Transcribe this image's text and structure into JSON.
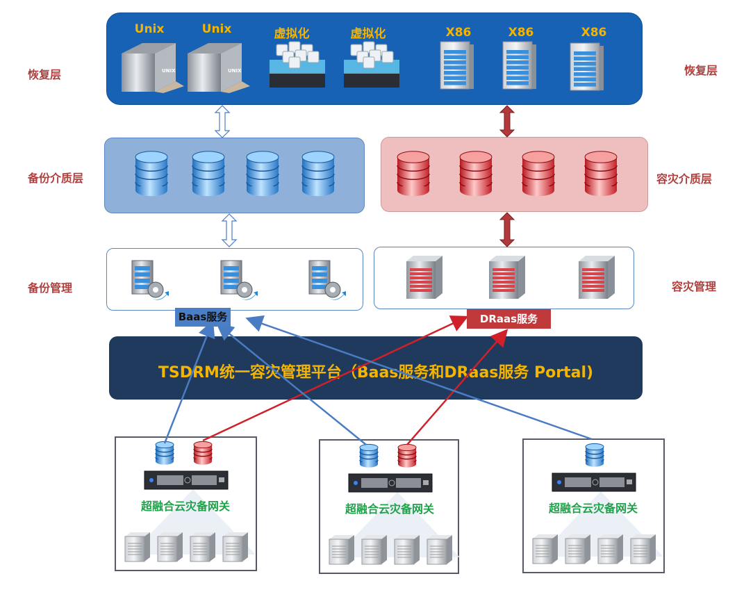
{
  "layers": {
    "recovery_left": "恢复层",
    "recovery_right": "恢复层",
    "backup_media": "备份介质层",
    "dr_media": "容灾介质层",
    "backup_mgmt": "备份管理",
    "dr_mgmt": "容灾管理"
  },
  "recovery_items": [
    {
      "label": "Unix",
      "icon": "unix-server-icon"
    },
    {
      "label": "Unix",
      "icon": "unix-server-icon"
    },
    {
      "label": "虚拟化",
      "icon": "vmware-cluster-icon"
    },
    {
      "label": "虚拟化",
      "icon": "vmware-cluster-icon"
    },
    {
      "label": "X86",
      "icon": "x86-server-icon"
    },
    {
      "label": "X86",
      "icon": "x86-server-icon"
    },
    {
      "label": "X86",
      "icon": "x86-server-icon"
    }
  ],
  "services": {
    "baas": "Baas服务",
    "draas": "DRaas服务"
  },
  "platform": "TSDRM统一容灾管理平台（Baas服务和DRaas服务 Portal)",
  "gateways": [
    {
      "label": "超融合云灾备网关",
      "backup": true,
      "dr": true
    },
    {
      "label": "超融合云灾备网关",
      "backup": true,
      "dr": true
    },
    {
      "label": "超融合云灾备网关",
      "backup": true,
      "dr": false
    }
  ],
  "colors": {
    "recovery_panel": "#1862b5",
    "backup_panel": "#8fb1d9",
    "dr_panel": "#efbebe",
    "platform": "#1f3a5d",
    "platform_text": "#f5b400",
    "backup_line": "#4a7cc4",
    "dr_line": "#d0202a",
    "gateway_text": "#1fa24a",
    "layer_text": "#b0403e"
  }
}
